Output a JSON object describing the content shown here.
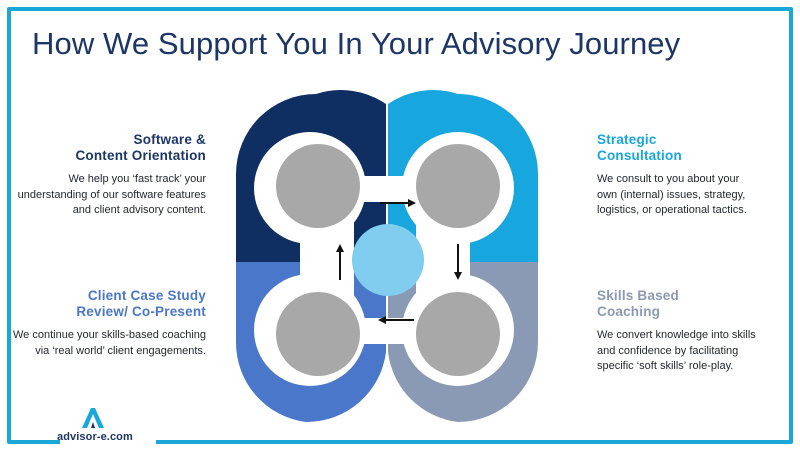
{
  "title": "How We Support You In Your Advisory Journey",
  "colors": {
    "frame": "#1aa8d9",
    "title": "#1d3668",
    "top_left": "#0f2f63",
    "top_right": "#17a7de",
    "bottom_left": "#4a77c9",
    "bottom_right": "#8a9ab5",
    "center": "#80cdef",
    "inner_circle": "#a8a8a8"
  },
  "stages": [
    {
      "heading_line1": "Software &",
      "heading_line2": "Content Orientation",
      "description": "We help you ‘fast track’ your understanding of our software features and client advisory content.",
      "color": "#0f2f63"
    },
    {
      "heading_line1": "Strategic",
      "heading_line2": "Consultation",
      "description": "We consult to you about your own (internal) issues, strategy, logistics, or operational tactics.",
      "color": "#17a7de"
    },
    {
      "heading_line1": "Skills Based",
      "heading_line2": "Coaching",
      "description": "We convert knowledge into skills and confidence by facilitating specific ‘soft skills’ role-play.",
      "color": "#8a9ab5"
    },
    {
      "heading_line1": "Client Case Study",
      "heading_line2": "Review/ Co-Present",
      "description": "We continue your skills-based coaching via ‘real world’ client engagements.",
      "color": "#4a77c9"
    }
  ],
  "logo": {
    "text": "advisor-e.com",
    "icon": "advisor-e-a-icon"
  }
}
